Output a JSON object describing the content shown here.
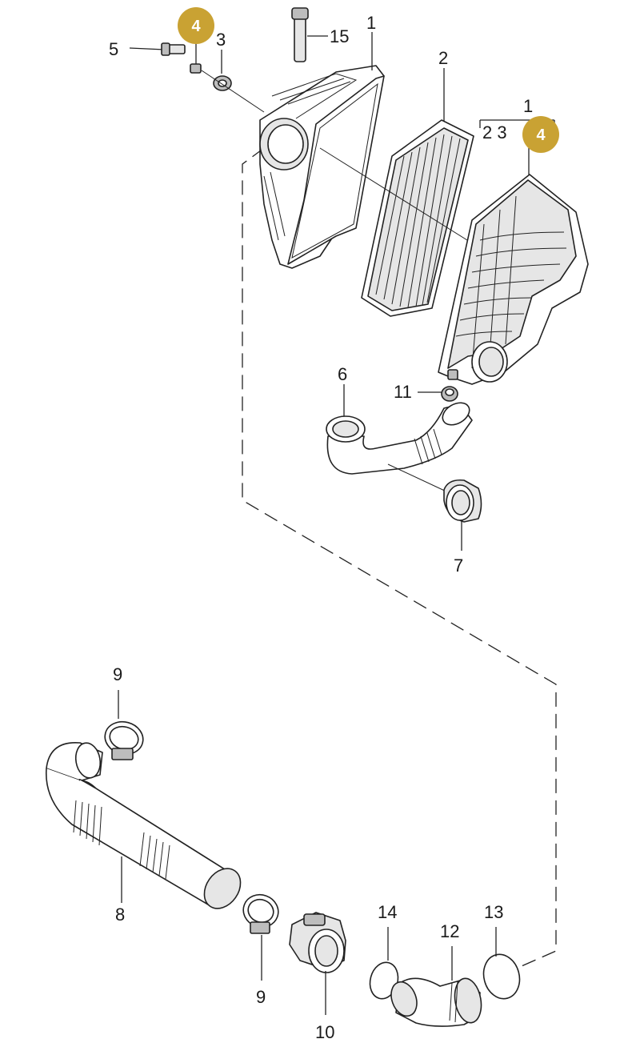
{
  "callouts": {
    "p1_top": "1",
    "p1_right": "1",
    "p2": "2",
    "p3_top": "3",
    "p23_right": "2 3",
    "p5": "5",
    "p6": "6",
    "p7": "7",
    "p8": "8",
    "p9_top": "9",
    "p9_bottom": "9",
    "p10": "10",
    "p11": "11",
    "p12": "12",
    "p13": "13",
    "p14": "14",
    "p15": "15"
  },
  "badges": {
    "top_left": "4",
    "top_right": "4"
  },
  "colors": {
    "badge_fill": "#c9a233",
    "line": "#222222"
  }
}
